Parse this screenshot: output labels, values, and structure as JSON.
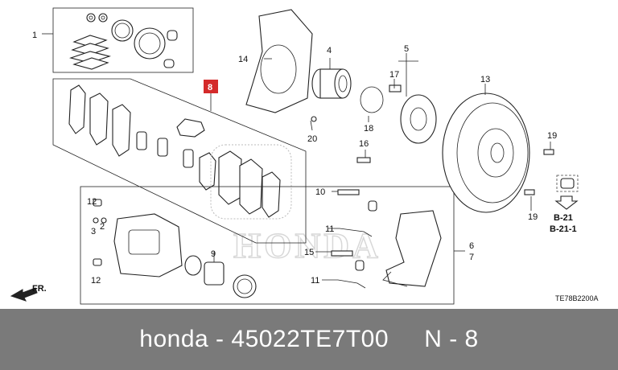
{
  "diagram": {
    "callouts": {
      "c1": "1",
      "c2": "2",
      "c3": "3",
      "c4": "4",
      "c5": "5",
      "c6": "6",
      "c7": "7",
      "c8": "8",
      "c9": "9",
      "c10": "10",
      "c11a": "11",
      "c11b": "11",
      "c12a": "12",
      "c12b": "12",
      "c13": "13",
      "c14": "14",
      "c15": "15",
      "c16": "16",
      "c17": "17",
      "c18": "18",
      "c19a": "19",
      "c19b": "19",
      "c20": "20"
    },
    "ref_b21": "B-21",
    "ref_b211": "B-21-1",
    "front_label": "FR.",
    "drawing_code": "TE78B2200A",
    "watermark": "HONDA",
    "highlight_color": "#d42a2a"
  },
  "footer": {
    "text": "honda - 45022TE7T00     N - 8"
  }
}
